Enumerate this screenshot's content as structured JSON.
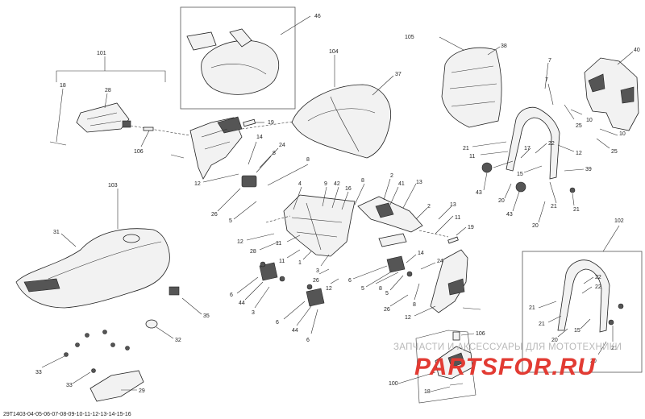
{
  "doc_code": "29T1403-04-05-06-07-08-09-10-11-12-13-14-15-16",
  "watermark": {
    "line1": "ЗАПЧАСТИ И АКСЕССУАРЫ ДЛЯ МОТОТЕХНИКИ",
    "logo": "PARTSFOR.RU"
  },
  "labels": {
    "l46": "46",
    "l101": "101",
    "l18a": "18",
    "l28a": "28",
    "l106a": "106",
    "l19a": "19",
    "l14a": "14",
    "l24a": "24",
    "l8a": "8",
    "l8b": "8",
    "l12a": "12",
    "l26a": "26",
    "l5a": "5",
    "l104": "104",
    "l37": "37",
    "l105": "105",
    "l38": "38",
    "l7a": "7",
    "l7b": "7",
    "l40": "40",
    "l25a": "25",
    "l25b": "25",
    "l10a": "10",
    "l10b": "10",
    "l21a": "21",
    "l21b": "21",
    "l21c": "21",
    "l22a": "22",
    "l17": "17",
    "l11a": "11",
    "l12b": "12",
    "l15a": "15",
    "l39": "39",
    "l43a": "43",
    "l43b": "43",
    "l20a": "20",
    "l20b": "20",
    "l103": "103",
    "l31": "31",
    "l35": "35",
    "l32": "32",
    "l33a": "33",
    "l33b": "33",
    "l29": "29",
    "l4": "4",
    "l9": "9",
    "l42": "42",
    "l16": "16",
    "l2a": "2",
    "l2b": "2",
    "l41": "41",
    "l13a": "13",
    "l13b": "13",
    "l1": "1",
    "l3a": "3",
    "l3b": "3",
    "l6a": "6",
    "l6b": "6",
    "l11b": "11",
    "l11c": "11",
    "l12c": "12",
    "l28b": "28",
    "l44a": "44",
    "l44b": "44",
    "l26b": "26",
    "l26c": "26",
    "l5b": "5",
    "l8c": "8",
    "l5c": "5",
    "l24b": "24",
    "l19b": "19",
    "l12d": "12",
    "l106b": "106",
    "l100": "100",
    "l18b": "18",
    "l102": "102",
    "l22b": "22",
    "l22c": "22",
    "l21d": "21",
    "l21e": "21",
    "l15b": "15",
    "l20c": "20",
    "l20d": "20"
  }
}
